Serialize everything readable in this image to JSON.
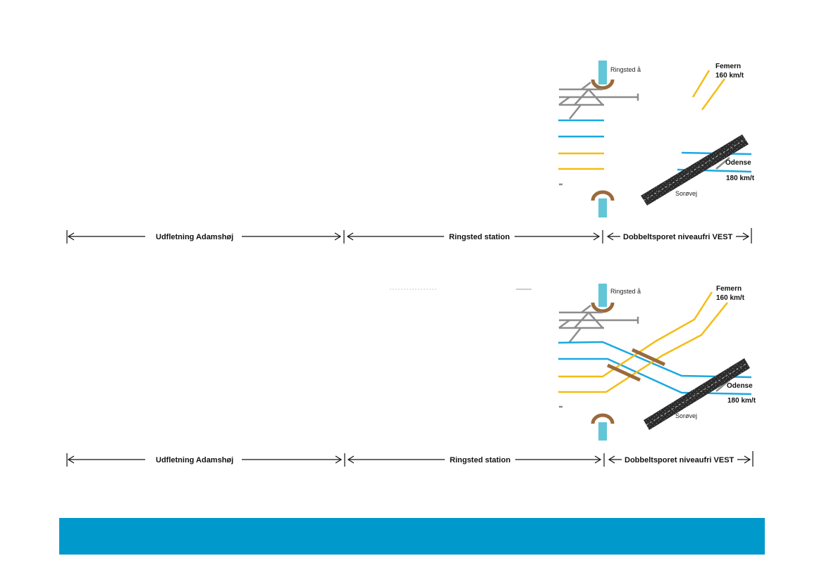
{
  "colors": {
    "blue_track": "#1aa9e0",
    "yellow_track": "#f4bd16",
    "gray_track": "#8c8c8c",
    "brown_bridge": "#9a6a3c",
    "river": "#62c6d6",
    "road": "#2b2b2b",
    "footer": "#0099cc"
  },
  "panels": [
    {
      "labels": {
        "ringsted_aa": "Ringsted å",
        "femern": "Femern",
        "femern_speed": "160 km/t",
        "odense": "Odense",
        "odense_speed": "180 km/t",
        "sorovej": "Sorøvej"
      },
      "segments": {
        "left": "Udfletning Adamshøj",
        "middle": "Ringsted station",
        "right": "Dobbeltsporet niveaufri VEST"
      }
    },
    {
      "labels": {
        "ringsted_aa": "Ringsted å",
        "femern": "Femern",
        "femern_speed": "160 km/t",
        "odense": "Odense",
        "odense_speed": "180 km/t",
        "sorovej": "Sorøvej"
      },
      "segments": {
        "left": "Udfletning Adamshøj",
        "middle": "Ringsted station",
        "right": "Dobbeltsporet niveaufri VEST"
      }
    }
  ]
}
